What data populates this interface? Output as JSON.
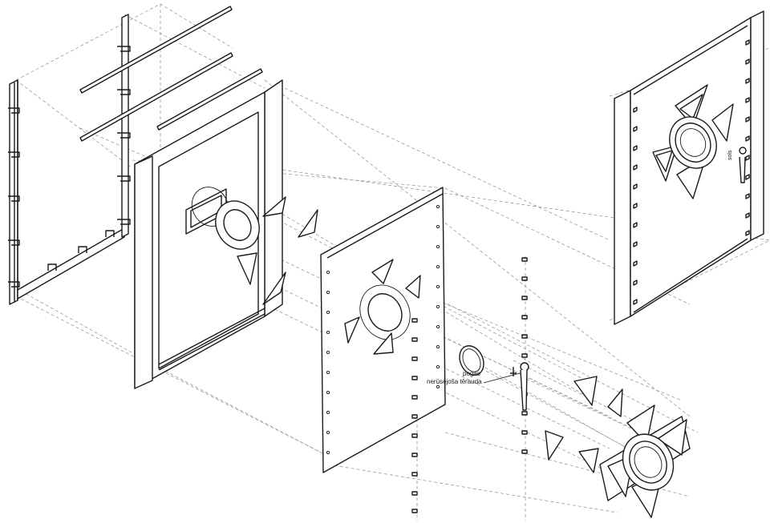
{
  "callouts": {
    "label_1": "pogas",
    "label_2": "nerūsējoša tērauda",
    "door_label": "sols"
  }
}
